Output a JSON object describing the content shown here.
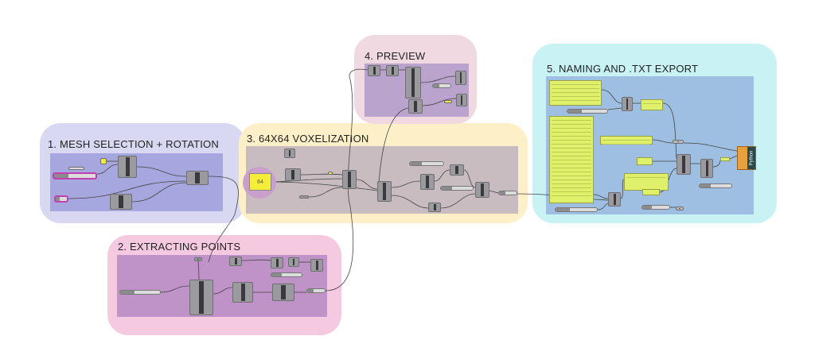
{
  "groups": [
    {
      "id": "mesh",
      "title": "1. MESH SELECTION + ROTATION",
      "color": "#d8d8f2",
      "panel": "#a6a7de"
    },
    {
      "id": "points",
      "title": "2. EXTRACTING POINTS",
      "color": "#f5c9e0",
      "panel": "#bf93c7"
    },
    {
      "id": "voxel",
      "title": "3. 64X64 VOXELIZATION",
      "color": "#fdf0c9",
      "panel": "#c8bcc1"
    },
    {
      "id": "preview",
      "title": "4. PREVIEW",
      "color": "#f0d9e1",
      "panel": "#baa3cd"
    },
    {
      "id": "export",
      "title": "5. NAMING AND .TXT EXPORT",
      "color": "#c9f2f4",
      "panel": "#9ebfe1"
    }
  ],
  "voxel_resolution": "64",
  "python_component": "Python"
}
